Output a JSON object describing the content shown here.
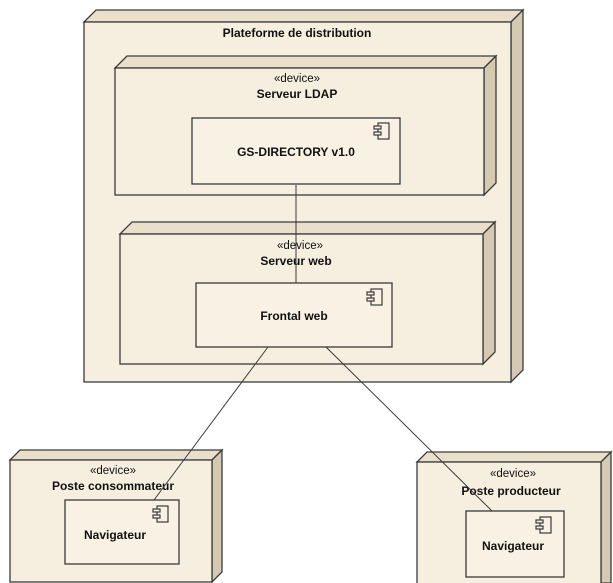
{
  "platform": {
    "title": "Plateforme de distribution"
  },
  "nodes": {
    "ldap": {
      "stereotype": "«device»",
      "name": "Serveur LDAP"
    },
    "web": {
      "stereotype": "«device»",
      "name": "Serveur web"
    },
    "consumer": {
      "stereotype": "«device»",
      "name": "Poste consommateur"
    },
    "producer": {
      "stereotype": "«device»",
      "name": "Poste producteur"
    }
  },
  "components": {
    "directory": "GS-DIRECTORY v1.0",
    "frontal": "Frontal web",
    "browser_consumer": "Navigateur",
    "browser_producer": "Navigateur"
  },
  "colors": {
    "node_fill": "#f6eedf",
    "node_top": "#eadfcb",
    "node_side": "#d6c9b1",
    "line": "#3b3b3b"
  }
}
